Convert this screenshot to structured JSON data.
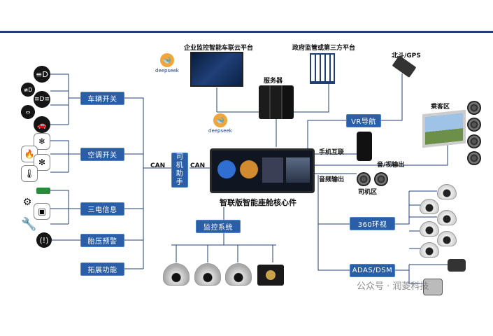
{
  "top_labels": {
    "cloud_platform": "企业监控智能车联云平台",
    "gov_platform": "政府监管或第三方平台",
    "beidou": "北斗/GPS",
    "server": "服务器",
    "passenger": "乘客区"
  },
  "logo_text": "deepseek",
  "left_boxes": {
    "vehicle_switch": "车辆开关",
    "ac_switch": "空调开关",
    "three_power": "三电信息",
    "tire": "胎压预警",
    "expand": "拓展功能"
  },
  "can_left": "CAN",
  "can_right": "CAN",
  "assistant": [
    "司",
    "机",
    "助",
    "手"
  ],
  "core_title": "智联版智能座舱核心件",
  "monitor": "监控系统",
  "right": {
    "vr_nav": "VR导航",
    "phone": "手机互联",
    "av_out": "音/视输出",
    "audio_out": "音频输出",
    "driver_zone": "司机区",
    "surround": "360环视",
    "adas": "ADAS/DSM"
  },
  "watermark": "公众号 · 润菱科技",
  "icons": {
    "vehicle": [
      "headlight-icon",
      "fog-light-icon",
      "position-light-icon",
      "turn-signal-icon",
      "door-icon"
    ],
    "ac": [
      "snowflake-icon",
      "flame-icon",
      "fan-icon",
      "thermometer-icon"
    ],
    "power": [
      "battery-icon",
      "engine-icon",
      "bms-icon",
      "wrench-icon"
    ],
    "tire": [
      "tire-pressure-icon"
    ]
  },
  "colors": {
    "primary": "#2a5ea6",
    "line": "#1f3f78"
  }
}
